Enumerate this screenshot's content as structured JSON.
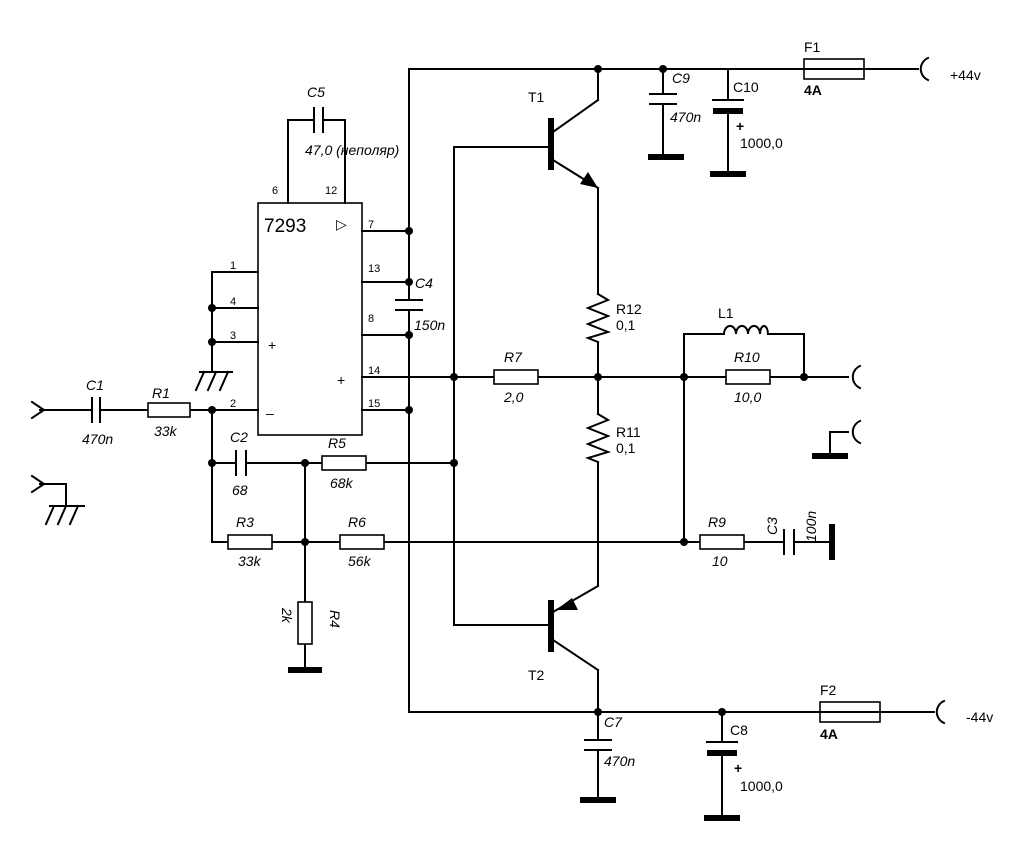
{
  "ic": {
    "name": "7293",
    "plus": "+",
    "minus": "–",
    "tri": "▷"
  },
  "pins": {
    "p1": "1",
    "p2": "2",
    "p3": "3",
    "p4": "4",
    "p6": "6",
    "p7": "7",
    "p8": "8",
    "p12": "12",
    "p13": "13",
    "p14": "14",
    "p15": "15"
  },
  "components": {
    "c1": {
      "name": "C1",
      "value": "470n"
    },
    "r1": {
      "name": "R1",
      "value": "33k"
    },
    "c2": {
      "name": "C2",
      "value": "68"
    },
    "r5": {
      "name": "R5",
      "value": "68k"
    },
    "r3": {
      "name": "R3",
      "value": "33k"
    },
    "r6": {
      "name": "R6",
      "value": "56k"
    },
    "r4": {
      "name": "R4",
      "value": "2k"
    },
    "c5": {
      "name": "C5",
      "value": "47,0 (неполяр)"
    },
    "c4": {
      "name": "C4",
      "value": "150n"
    },
    "r7": {
      "name": "R7",
      "value": "2,0"
    },
    "t1": {
      "name": "T1"
    },
    "t2": {
      "name": "T2"
    },
    "r12": {
      "name": "R12",
      "value": "0,1"
    },
    "r11": {
      "name": "R11",
      "value": "0,1"
    },
    "c9": {
      "name": "C9",
      "value": "470n"
    },
    "c10": {
      "name": "C10",
      "value": "1000,0",
      "polarity": "+"
    },
    "f1": {
      "name": "F1",
      "value": "4A"
    },
    "l1": {
      "name": "L1"
    },
    "r10": {
      "name": "R10",
      "value": "10,0"
    },
    "r9": {
      "name": "R9",
      "value": "10"
    },
    "c3": {
      "name": "C3",
      "value": "100n"
    },
    "c7": {
      "name": "C7",
      "value": "470n"
    },
    "c8": {
      "name": "C8",
      "value": "1000,0",
      "polarity": "+"
    },
    "f2": {
      "name": "F2",
      "value": "4A"
    }
  },
  "supply": {
    "pos": "+44v",
    "neg": "-44v"
  }
}
